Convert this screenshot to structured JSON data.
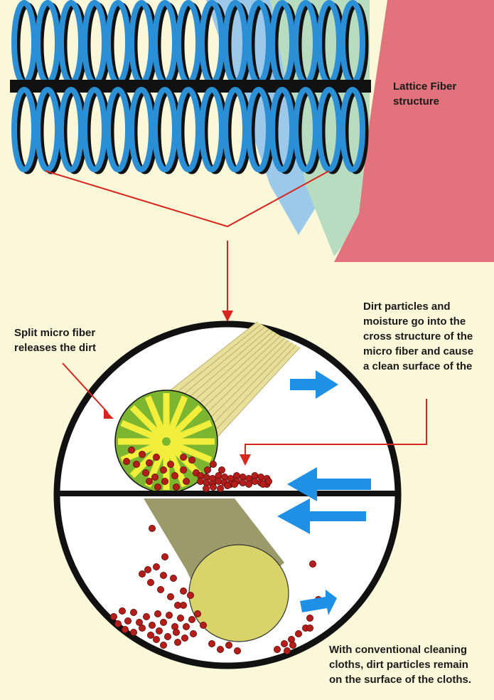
{
  "labels": {
    "lattice_fiber": "Lattice Fiber\nstructure",
    "split_micro_fiber": "Split micro fiber\nreleases the dirt",
    "dirt_particles": "Dirt particles and\nmoisture go into the\ncross structure of the\nmicro fiber and cause\na clean surface of the",
    "conventional": "With conventional cleaning\ncloths, dirt particles remain\non the surface of the cloths."
  },
  "colors": {
    "background": "#fbf8da",
    "loop_blue": "#2b8fd6",
    "arrow_blue": "#1e90e6",
    "pointer_red": "#d7261e",
    "dirt_red": "#b51d1a",
    "cloth_pink": "#e2737d",
    "cloth_green": "#b7dcc0",
    "cloth_blue": "#9cc8ea",
    "microfiber_green": "#7cb52f",
    "microfiber_yellow": "#f2ef3c",
    "fiber_tan": "#e8e09a",
    "conventional_fiber": "#d8d46a",
    "conventional_shadow": "#9a9a6a"
  },
  "icons": [
    "right-arrow-icon",
    "left-arrow-icon",
    "diagonal-left-arrow-icon"
  ]
}
